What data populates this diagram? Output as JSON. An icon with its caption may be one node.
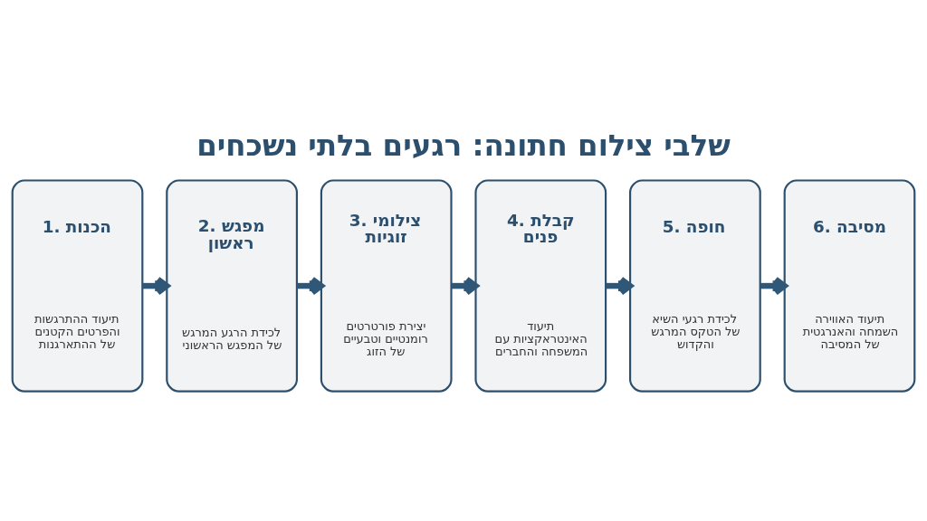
{
  "diagram": {
    "title": "שלבי צילום חתונה: רגעים בלתי נשכחים",
    "nodes": [
      {
        "text": [
          "1. הכנות",
          "תיעוד ההתרגשות והפרטים הקטנים של ההתארגנות"
        ]
      },
      {
        "text": [
          "2. מפגש ראשון",
          "לכידת הרגע המרגש של המפגש הראשוני"
        ]
      },
      {
        "text": [
          "3. צילומי זוגיות",
          "יצירת פורטרטים רומנטיים וטבעיים של הזוג"
        ]
      },
      {
        "text": [
          "4. קבלת פנים",
          "תיעוד האינטראקציות עם המשפחה והחברים"
        ]
      },
      {
        "text": [
          "5. חופה",
          "לכידת רגעי השיא של הטקס המרגש והקדוש"
        ]
      },
      {
        "text": [
          "6. מסיבה",
          "תיעוד האווירה השמחה והאנרגטית של המסיבה"
        ]
      }
    ],
    "edges": [
      {
        "from": 0,
        "to": 1,
        "arrow": "to"
      },
      {
        "from": 1,
        "to": 2,
        "arrow": "to"
      },
      {
        "from": 2,
        "to": 3,
        "arrow": "to"
      },
      {
        "from": 3,
        "to": 4,
        "arrow": "to"
      },
      {
        "from": 4,
        "to": 5,
        "arrow": "to"
      }
    ]
  }
}
